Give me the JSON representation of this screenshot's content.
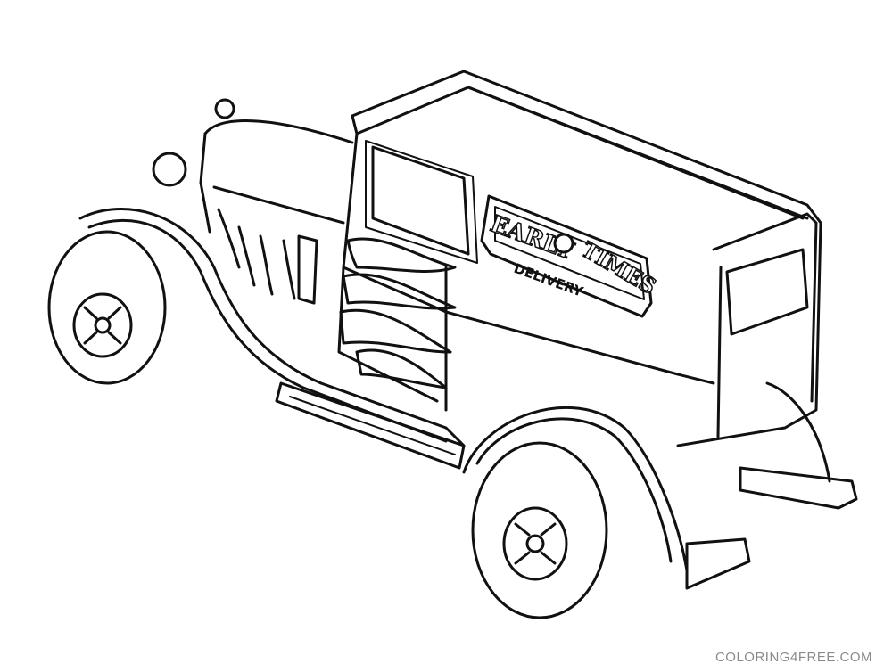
{
  "image": {
    "subject": "hot rod delivery van coloring page",
    "style": "black line art on white"
  },
  "vehicle": {
    "sign_top_left": "EARLY",
    "sign_top_right": "TIMES",
    "sign_bottom": "DELIVERY"
  },
  "watermark": "COLORING4FREE.COM",
  "colors": {
    "background": "#ffffff",
    "line": "#111111",
    "watermark": "#8a8a8a"
  }
}
